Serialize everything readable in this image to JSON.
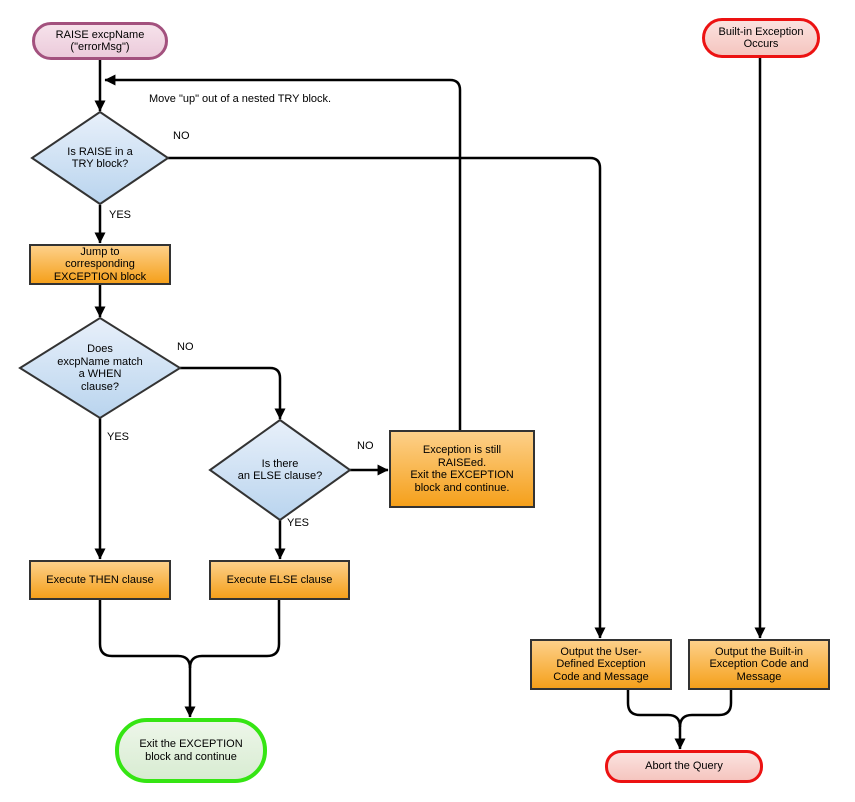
{
  "diagram": {
    "nodes": {
      "start_raise": {
        "type": "terminator",
        "label": "RAISE excpName\n(\"errorMsg\")"
      },
      "builtin_occurs": {
        "type": "terminator",
        "label": "Built-in Exception\nOccurs"
      },
      "decision_try": {
        "type": "decision",
        "label": "Is RAISE in a\nTRY block?"
      },
      "jump_exception": {
        "type": "process",
        "label": "Jump to\ncorresponding\nEXCEPTION block"
      },
      "decision_when": {
        "type": "decision",
        "label": "Does\nexcpName match\na WHEN\nclause?"
      },
      "decision_else": {
        "type": "decision",
        "label": "Is there\nan ELSE clause?"
      },
      "exception_still": {
        "type": "process",
        "label": "Exception is still\nRAISEed.\nExit the EXCEPTION\nblock and continue."
      },
      "execute_then": {
        "type": "process",
        "label": "Execute THEN clause"
      },
      "execute_else": {
        "type": "process",
        "label": "Execute ELSE clause"
      },
      "exit_exception": {
        "type": "terminator",
        "label": "Exit the EXCEPTION\nblock and continue"
      },
      "output_user": {
        "type": "process",
        "label": "Output the User-\nDefined Exception\nCode and Message"
      },
      "output_builtin": {
        "type": "process",
        "label": "Output the Built-in\nException Code and\nMessage"
      },
      "abort_query": {
        "type": "terminator",
        "label": "Abort the Query"
      }
    },
    "edge_labels": {
      "move_up": "Move \"up\" out of a nested TRY block.",
      "try_no": "NO",
      "try_yes": "YES",
      "when_no": "NO",
      "when_yes": "YES",
      "else_no": "NO",
      "else_yes": "YES"
    },
    "colors": {
      "line": "#000000",
      "shape-border": "#333333",
      "process-top": "#FDD089",
      "process-bottom": "#F5A01B",
      "decision-top": "#E8F0FA",
      "decision-bottom": "#B9D4EE",
      "start-top": "#F6E2EB",
      "start-bottom": "#ECCBDB",
      "start-border": "#A3517E",
      "error-top": "#FBE2DF",
      "error-bottom": "#F5C5BF",
      "error-border": "#EC1212",
      "success-top": "#EDF6E9",
      "success-bottom": "#D8ECD2",
      "success-border": "#35E513"
    }
  }
}
